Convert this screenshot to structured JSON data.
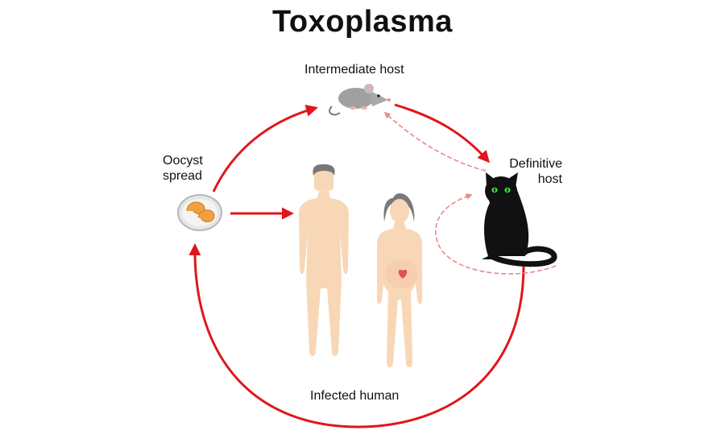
{
  "title": "Toxoplasma",
  "labels": {
    "intermediate_host": "Intermediate host",
    "definitive_host_line1": "Definitive",
    "definitive_host_line2": "host",
    "oocyst_line1": "Oocyst",
    "oocyst_line2": "spread",
    "infected_human": "Infected human"
  },
  "colors": {
    "cycle_arrow": "#e0161b",
    "dashed_arrow": "#e88a8a",
    "skin": "#f7d7b6",
    "hair": "#7a7a7a",
    "cat": "#111111",
    "cat_eyes": "#3ddc3d",
    "mouse": "#9a9a9a",
    "fetus_heart": "#e05050",
    "oocyst": "#f0a040"
  }
}
